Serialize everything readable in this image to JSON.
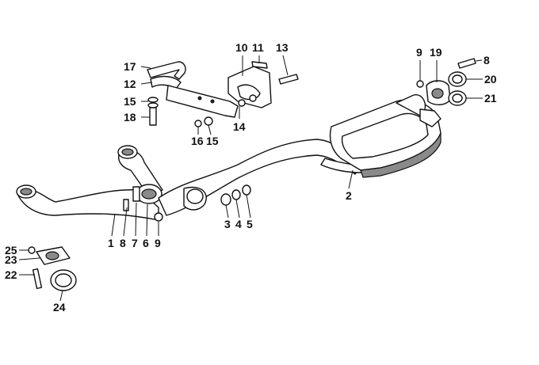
{
  "callouts": [
    {
      "id": "c1",
      "label": "1"
    },
    {
      "id": "c8a",
      "label": "8"
    },
    {
      "id": "c7",
      "label": "7"
    },
    {
      "id": "c6",
      "label": "6"
    },
    {
      "id": "c9a",
      "label": "9"
    },
    {
      "id": "c3",
      "label": "3"
    },
    {
      "id": "c4",
      "label": "4"
    },
    {
      "id": "c5",
      "label": "5"
    },
    {
      "id": "c2",
      "label": "2"
    },
    {
      "id": "c17",
      "label": "17"
    },
    {
      "id": "c12",
      "label": "12"
    },
    {
      "id": "c15a",
      "label": "15"
    },
    {
      "id": "c18",
      "label": "18"
    },
    {
      "id": "c16",
      "label": "16"
    },
    {
      "id": "c15b",
      "label": "15"
    },
    {
      "id": "c10",
      "label": "10"
    },
    {
      "id": "c11",
      "label": "11"
    },
    {
      "id": "c13",
      "label": "13"
    },
    {
      "id": "c14",
      "label": "14"
    },
    {
      "id": "c9b",
      "label": "9"
    },
    {
      "id": "c19",
      "label": "19"
    },
    {
      "id": "c8b",
      "label": "8"
    },
    {
      "id": "c20",
      "label": "20"
    },
    {
      "id": "c21",
      "label": "21"
    },
    {
      "id": "c25",
      "label": "25"
    },
    {
      "id": "c23",
      "label": "23"
    },
    {
      "id": "c22",
      "label": "22"
    },
    {
      "id": "c24",
      "label": "24"
    }
  ]
}
